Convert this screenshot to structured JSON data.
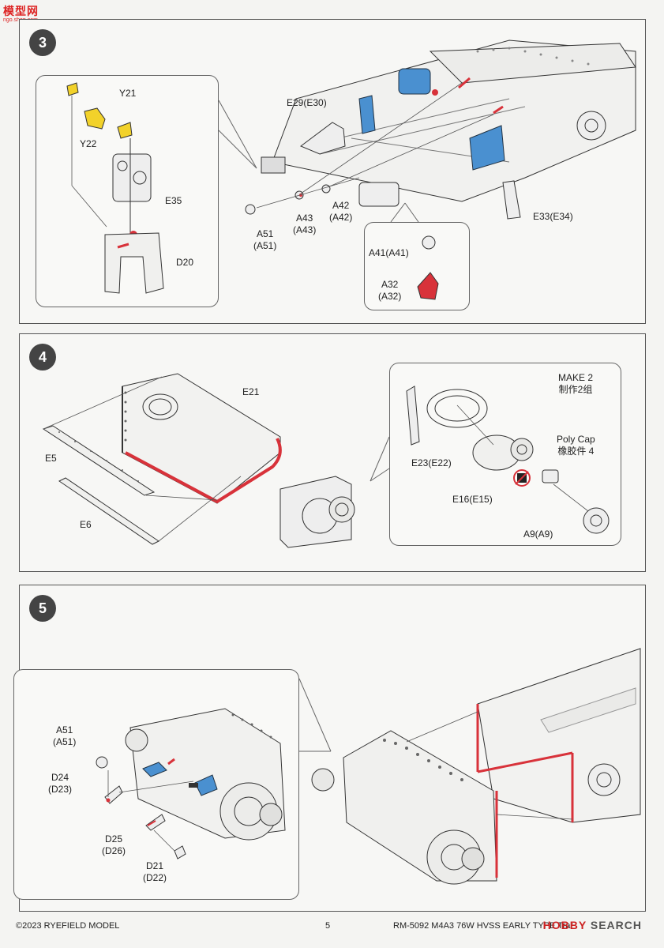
{
  "site_logo": {
    "main": "模型网",
    "sub": "ngo.shop.com"
  },
  "steps": [
    {
      "number": "3",
      "labels": {
        "y21": "Y21",
        "y22": "Y22",
        "e35": "E35",
        "d20": "D20",
        "e29": "E29(E30)",
        "a51_1": "A51",
        "a51_2": "(A51)",
        "a43_1": "A43",
        "a43_2": "(A43)",
        "a42_1": "A42",
        "a42_2": "(A42)",
        "e33": "E33(E34)",
        "a41": "A41(A41)",
        "a32_1": "A32",
        "a32_2": "(A32)"
      }
    },
    {
      "number": "4",
      "labels": {
        "e21": "E21",
        "e5": "E5",
        "e6": "E6",
        "make2": "MAKE 2",
        "make2_cn": "制作2组",
        "polycap": "Poly Cap",
        "polycap_cn": "橡胶件 4",
        "e23": "E23(E22)",
        "e16": "E16(E15)",
        "a9": "A9(A9)"
      }
    },
    {
      "number": "5",
      "labels": {
        "a51_1": "A51",
        "a51_2": "(A51)",
        "d24_1": "D24",
        "d24_2": "(D23)",
        "d25_1": "D25",
        "d25_2": "(D26)",
        "d21_1": "D21",
        "d21_2": "(D22)"
      }
    }
  ],
  "footer": {
    "copyright": "©2023 RYEFIELD MODEL",
    "page_number": "5",
    "product": "RM-5092 M4A3 76W HVSS EARLY TYPE Transmission"
  },
  "watermark": {
    "a": "HOBBY",
    "b": "SEARCH"
  },
  "colors": {
    "highlight_red": "#d8323a",
    "part_blue": "#4a90d0",
    "part_yellow": "#f2d22a",
    "frame": "#555555"
  }
}
